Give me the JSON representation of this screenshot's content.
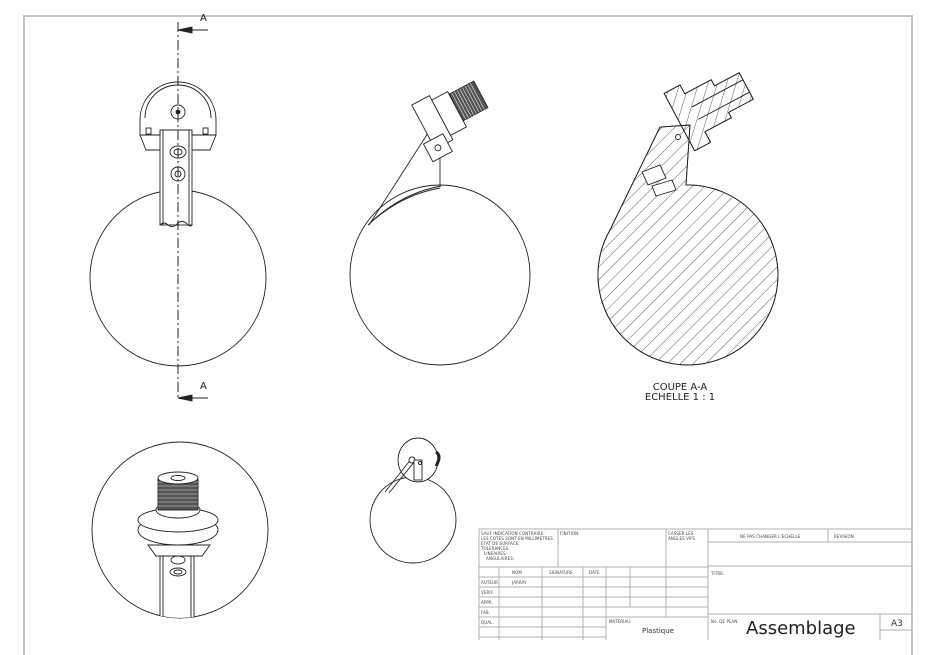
{
  "sheet": {
    "section_letter": "A",
    "section_label_line1": "COUPE A-A",
    "section_label_line2": "ECHELLE 1 : 1"
  },
  "title_block": {
    "notes": {
      "line1": "SAUF INDICATION CONTRAIRE:",
      "line2": "LES COTES SONT EN MILLIMETRES",
      "line3": "ETAT DE SURFACE:",
      "line4": "TOLERANCES:",
      "line5": "LINEAIRES:",
      "line6": "ANGULAIRES:"
    },
    "finition_label": "FINITION:",
    "casser_label_1": "CASSER LES",
    "casser_label_2": "ANGLES VIFS",
    "ne_pas_changer": "NE PAS CHANGER L'ECHELLE",
    "revision_label": "REVISION",
    "columns": {
      "nom": "NOM",
      "signature": "SIGNATURE",
      "date": "DATE"
    },
    "rows": [
      {
        "role": "AUTEUR",
        "nom": "JARRAY"
      },
      {
        "role": "VERIF.",
        "nom": ""
      },
      {
        "role": "APPR.",
        "nom": ""
      },
      {
        "role": "FAB.",
        "nom": ""
      },
      {
        "role": "QUAL.",
        "nom": ""
      }
    ],
    "materiau_label": "MATERIAU:",
    "materiau_value": "Plastique",
    "titre_label": "TITRE:",
    "no_plan_label": "No. DE PLAN",
    "no_plan_value": "Assemblage",
    "format": "A3"
  },
  "colors": {
    "line": "#222222",
    "frame": "#c4c4c4",
    "title_block_grid": "#b0b0b0"
  }
}
